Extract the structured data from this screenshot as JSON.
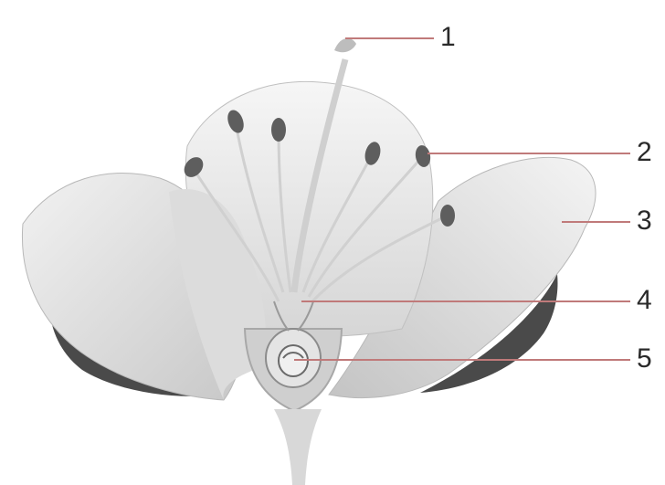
{
  "labels": [
    {
      "id": "1",
      "text": "1"
    },
    {
      "id": "2",
      "text": "2"
    },
    {
      "id": "3",
      "text": "3"
    },
    {
      "id": "4",
      "text": "4"
    },
    {
      "id": "5",
      "text": "5"
    }
  ],
  "colors": {
    "leader_line": "#c07a7a",
    "petal_fill": "#e6e6e6",
    "petal_shadow": "#bdbdbd",
    "sepal_dark": "#4a4a4a",
    "anther": "#5e5e5e"
  }
}
